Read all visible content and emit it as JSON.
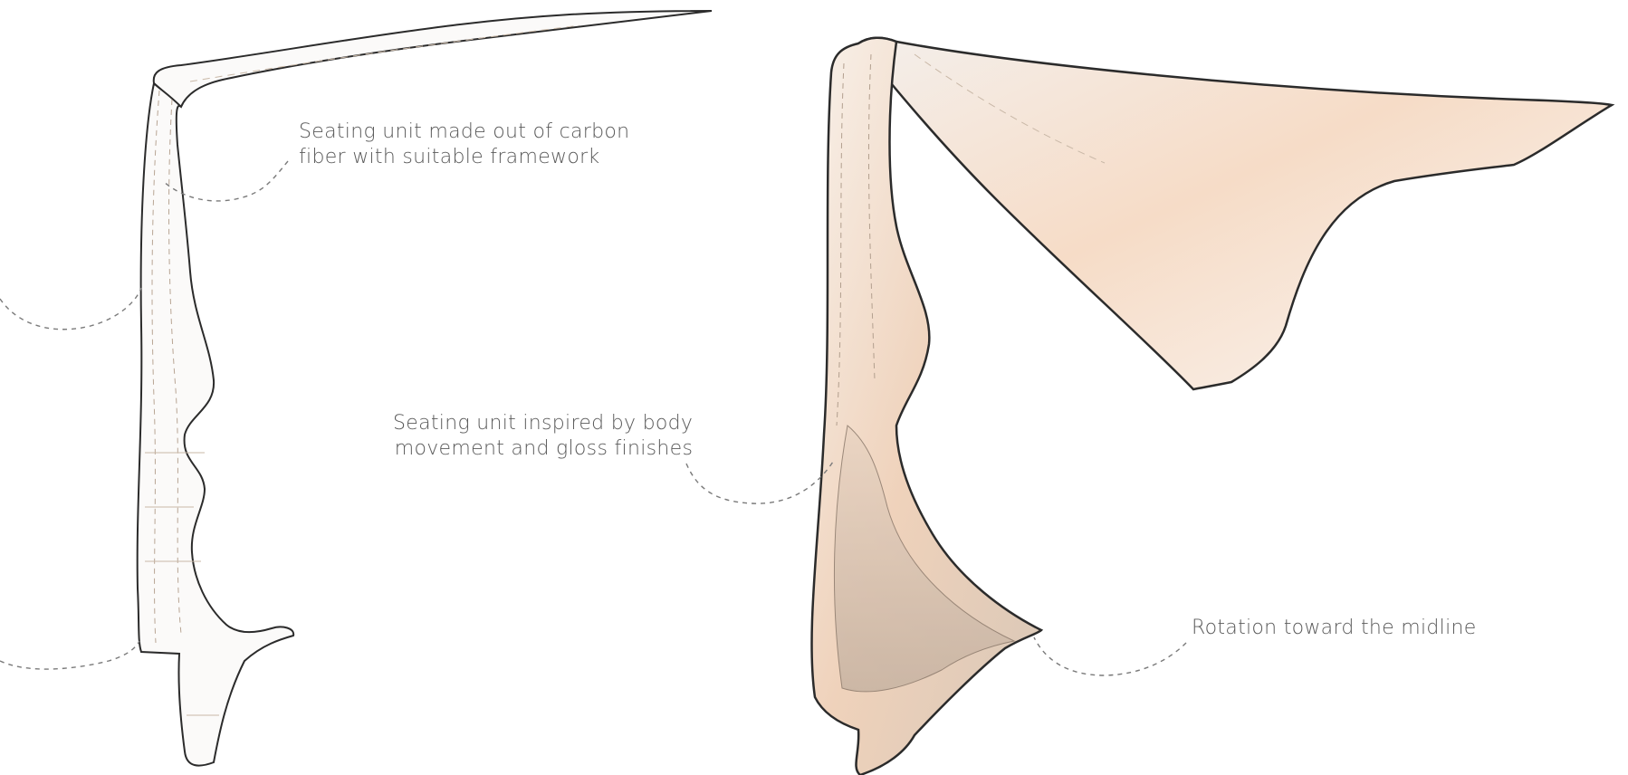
{
  "annotations": {
    "carbon_fiber": {
      "line1": "Seating unit made out of  carbon",
      "line2": "fiber with suitable framework"
    },
    "body_movement": {
      "line1": "Seating unit inspired by body",
      "line2": "movement and gloss finishes"
    },
    "rotation": {
      "line1": "Rotation toward the midline"
    }
  },
  "colors": {
    "outline": "#2b2b2b",
    "surface_light": "#f7f2ee",
    "surface_warm": "#f2d9c4",
    "surface_shadow": "#cdb9a6",
    "leader": "#7a7a7a",
    "text": "#5a5a5a"
  }
}
